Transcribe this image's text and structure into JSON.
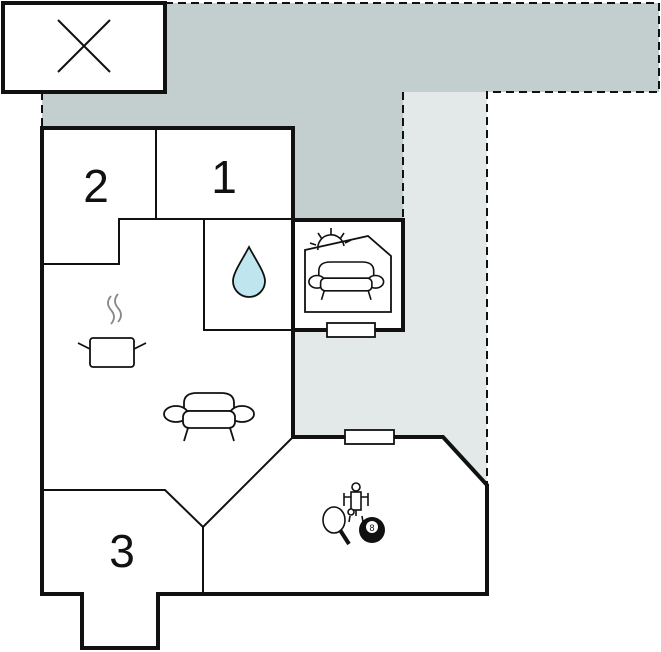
{
  "floorplan": {
    "rooms": [
      {
        "id": "bedroom-1",
        "label": "1"
      },
      {
        "id": "bedroom-2",
        "label": "2"
      },
      {
        "id": "bedroom-3",
        "label": "3"
      }
    ],
    "icons": [
      "no-entry-x-icon",
      "water-drop-icon",
      "sun-icon",
      "sofa-icon",
      "cooking-pot-icon",
      "foosball-icon",
      "table-tennis-icon",
      "billiard-ball-icon"
    ],
    "colors": {
      "terrace": "#c3cfce",
      "garden": "#e3e8e8",
      "water": "#bfe6ee",
      "wall": "#111111"
    },
    "billiard_ball_number": "8"
  }
}
